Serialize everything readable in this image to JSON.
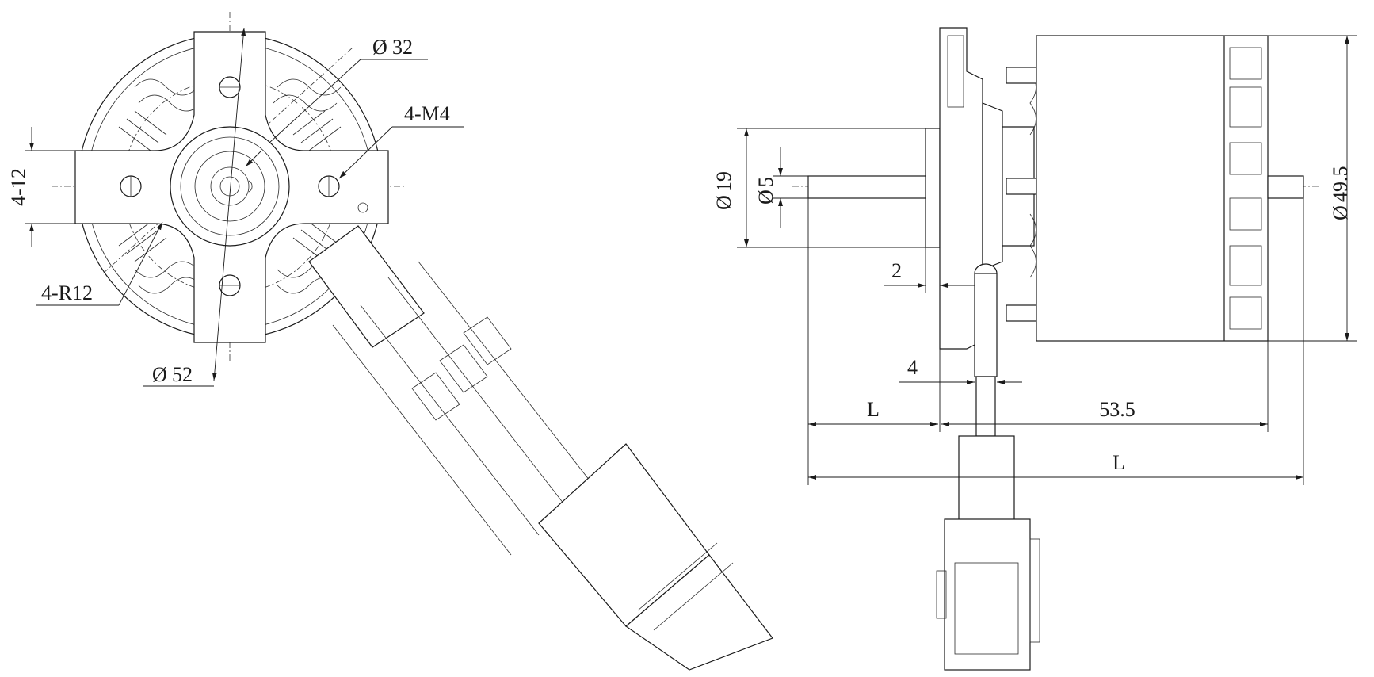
{
  "front_view": {
    "bolt_circle_dia": "32",
    "outer_dia": "52",
    "mount_holes": "4-M4",
    "mount_radius": "4-R12",
    "arm_width": "4-12"
  },
  "side_view": {
    "flange_dia": "19",
    "shaft_dia": "5",
    "stator_dia": "49.5",
    "flange_thickness": "2",
    "spacer": "4",
    "shaft_length": "L",
    "body_length": "53.5",
    "total_length": "L"
  }
}
